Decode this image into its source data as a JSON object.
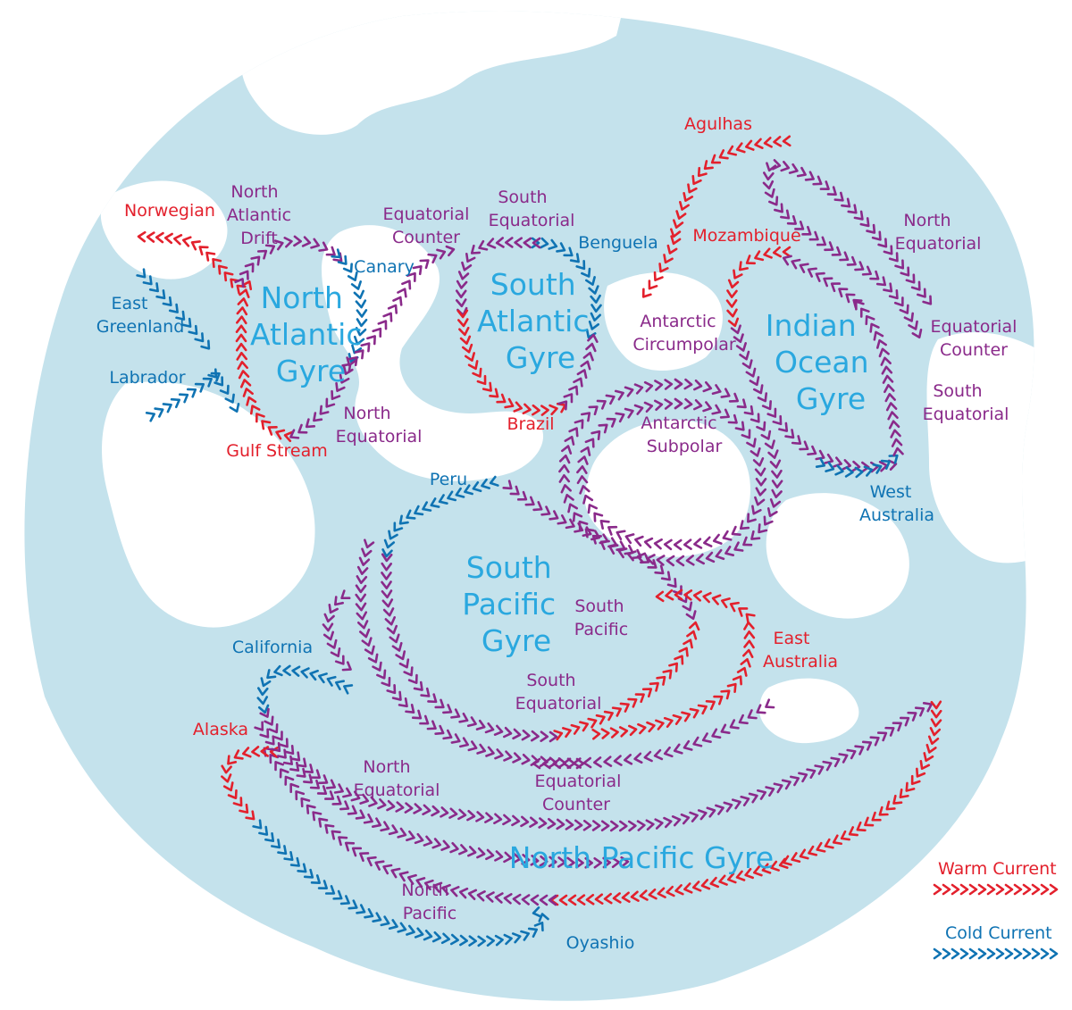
{
  "colors": {
    "ocean": "#c4e2ec",
    "land": "#ffffff",
    "warm": "#e3202c",
    "cold": "#0f73b3",
    "neutral": "#8a2a8a",
    "gyre_text": "#2aa8df"
  },
  "gyres": {
    "north_atlantic": [
      "North",
      "Atlantic",
      "Gyre"
    ],
    "south_atlantic": [
      "South",
      "Atlantic",
      "Gyre"
    ],
    "indian_ocean": [
      "Indian",
      "Ocean",
      "Gyre"
    ],
    "south_pacific": [
      "South",
      "Pacific",
      "Gyre"
    ],
    "north_pacific": "North Pacific Gyre"
  },
  "currents": {
    "norwegian": "Norwegian",
    "north_atlantic_drift": [
      "North",
      "Atlantic",
      "Drift"
    ],
    "east_greenland": [
      "East",
      "Greenland"
    ],
    "labrador": "Labrador",
    "gulf_stream": "Gulf Stream",
    "canary": "Canary",
    "atl_north_equatorial": [
      "North",
      "Equatorial"
    ],
    "atl_equatorial_counter": [
      "Equatorial",
      "Counter"
    ],
    "atl_south_equatorial": [
      "South",
      "Equatorial"
    ],
    "benguela": "Benguela",
    "brazil": "Brazil",
    "agulhas": "Agulhas",
    "mozambique": "Mozambique",
    "antarctic_circumpolar": [
      "Antarctic",
      "Circumpolar"
    ],
    "antarctic_subpolar": [
      "Antarctic",
      "Subpolar"
    ],
    "ind_north_equatorial": [
      "North",
      "Equatorial"
    ],
    "ind_equatorial_counter": [
      "Equatorial",
      "Counter"
    ],
    "ind_south_equatorial": [
      "South",
      "Equatorial"
    ],
    "west_australia": [
      "West",
      "Australia"
    ],
    "peru": "Peru",
    "south_pacific": [
      "South",
      "Pacific"
    ],
    "east_australia": [
      "East",
      "Australia"
    ],
    "pac_south_equatorial": [
      "South",
      "Equatorial"
    ],
    "california": "California",
    "alaska": "Alaska",
    "pac_north_equatorial": [
      "North",
      "Equatorial"
    ],
    "pac_equatorial_counter": [
      "Equatorial",
      "Counter"
    ],
    "north_pacific": [
      "North",
      "Pacific"
    ],
    "oyashio": "Oyashio"
  },
  "legend": {
    "warm": "Warm Current",
    "cold": "Cold Current"
  }
}
